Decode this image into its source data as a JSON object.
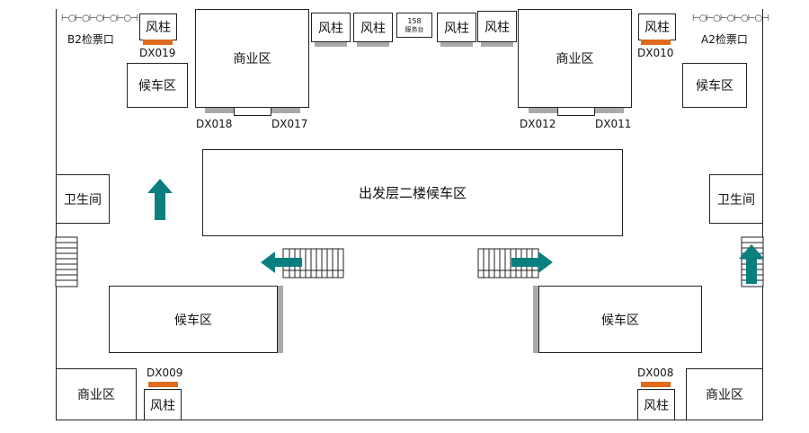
{
  "gates": {
    "b2": "B2检票口",
    "a2": "A2检票口"
  },
  "pillar_label": "风柱",
  "service_desk": {
    "number": "158",
    "label": "服务台"
  },
  "rooms": {
    "commercial": "商业区",
    "waiting": "候车区",
    "restroom": "卫生间",
    "central": "出发层二楼候车区"
  },
  "ad_codes": {
    "dx019": "DX019",
    "dx010": "DX010",
    "dx018": "DX018",
    "dx017": "DX017",
    "dx012": "DX012",
    "dx011": "DX011",
    "dx009": "DX009",
    "dx008": "DX008"
  },
  "colors": {
    "arrow": "#0a7f7f",
    "ad_orange": "#e06a1b",
    "ad_grey": "#a9a9a9",
    "line": "#222222"
  },
  "icons": {
    "gate": "turnstile-icon",
    "arrow": "direction-arrow-icon",
    "stairs": "stairs-icon"
  }
}
